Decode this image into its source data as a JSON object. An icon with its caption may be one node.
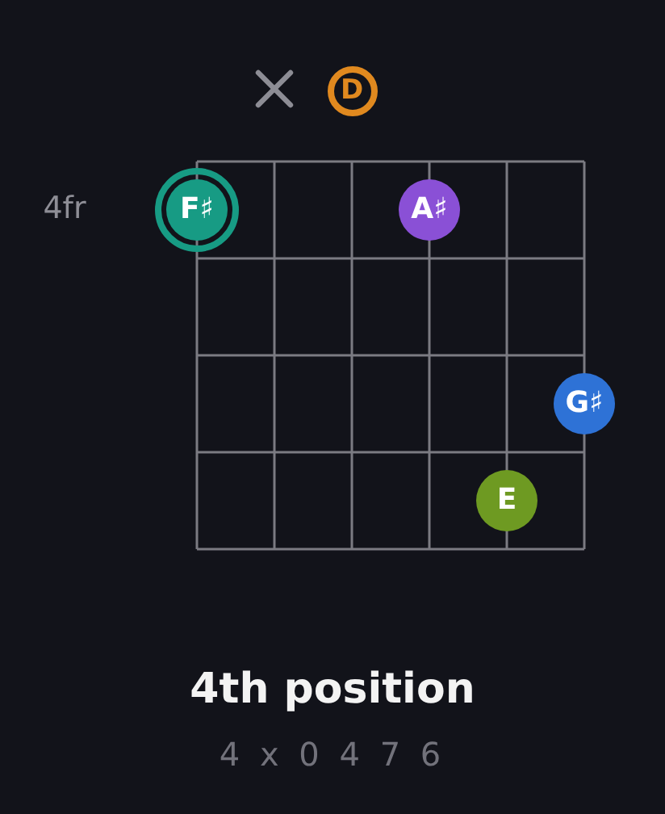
{
  "diagram": {
    "title": "4th position",
    "nodes": [
      {
        "text": [
          "D"
        ]
      },
      {
        "text": [
          "F♯"
        ]
      },
      {
        "text": [
          "A♯"
        ]
      },
      {
        "text": [
          "G♯"
        ]
      },
      {
        "text": [
          "E"
        ]
      }
    ],
    "labels": [
      "4fr",
      "4 x 0 4 7 6"
    ]
  }
}
